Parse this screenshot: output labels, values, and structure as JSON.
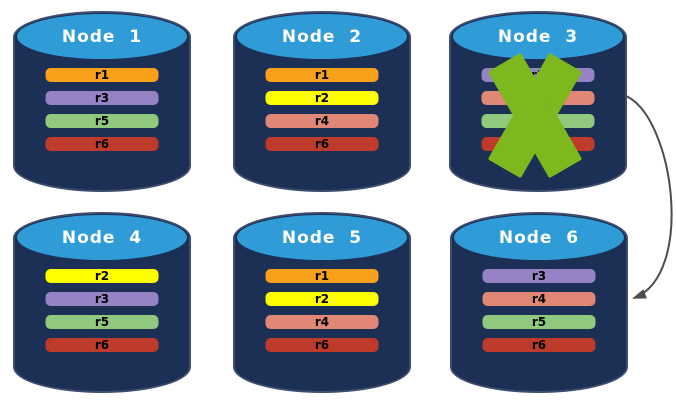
{
  "diagram": {
    "background_color": "#FFFFFF",
    "cylinder": {
      "body_color": "#1C2F55",
      "top_color": "#2F9CD8",
      "border_color": "#3E4D6E"
    },
    "replica_colors": {
      "r1": "#F9A11B",
      "r2": "#FFFF00",
      "r3": "#9583C6",
      "r4": "#E18776",
      "r5": "#90C97E",
      "r6": "#BE3A2B"
    },
    "nodes": [
      {
        "label": "Node  1",
        "failed": false,
        "replicas": [
          {
            "label": "r1",
            "color": "#F9A11B"
          },
          {
            "label": "r3",
            "color": "#9583C6"
          },
          {
            "label": "r5",
            "color": "#90C97E"
          },
          {
            "label": "r6",
            "color": "#BE3A2B"
          }
        ]
      },
      {
        "label": "Node  2",
        "failed": false,
        "replicas": [
          {
            "label": "r1",
            "color": "#F9A11B"
          },
          {
            "label": "r2",
            "color": "#FFFF00"
          },
          {
            "label": "r4",
            "color": "#E18776"
          },
          {
            "label": "r6",
            "color": "#BE3A2B"
          }
        ]
      },
      {
        "label": "Node  3",
        "failed": true,
        "replicas": [
          {
            "label": "r3",
            "color": "#9583C6"
          },
          {
            "label": "r4",
            "color": "#E18776"
          },
          {
            "label": "r5",
            "color": "#90C97E"
          },
          {
            "label": "r6",
            "color": "#BE3A2B"
          }
        ]
      },
      {
        "label": "Node  4",
        "failed": false,
        "replicas": [
          {
            "label": "r2",
            "color": "#FFFF00"
          },
          {
            "label": "r3",
            "color": "#9583C6"
          },
          {
            "label": "r5",
            "color": "#90C97E"
          },
          {
            "label": "r6",
            "color": "#BE3A2B"
          }
        ]
      },
      {
        "label": "Node  5",
        "failed": false,
        "replicas": [
          {
            "label": "r1",
            "color": "#F9A11B"
          },
          {
            "label": "r2",
            "color": "#FFFF00"
          },
          {
            "label": "r4",
            "color": "#E18776"
          },
          {
            "label": "r6",
            "color": "#BE3A2B"
          }
        ]
      },
      {
        "label": "Node  6",
        "failed": false,
        "replicas": [
          {
            "label": "r3",
            "color": "#9583C6"
          },
          {
            "label": "r4",
            "color": "#E18776"
          },
          {
            "label": "r5",
            "color": "#90C97E"
          },
          {
            "label": "r6",
            "color": "#BE3A2B"
          }
        ]
      }
    ],
    "failure_mark": {
      "node": "Node  3",
      "color": "#7DB91E"
    },
    "arrow": {
      "from": "Node  3",
      "to": "Node  6",
      "color": "#4D4D4D"
    }
  }
}
